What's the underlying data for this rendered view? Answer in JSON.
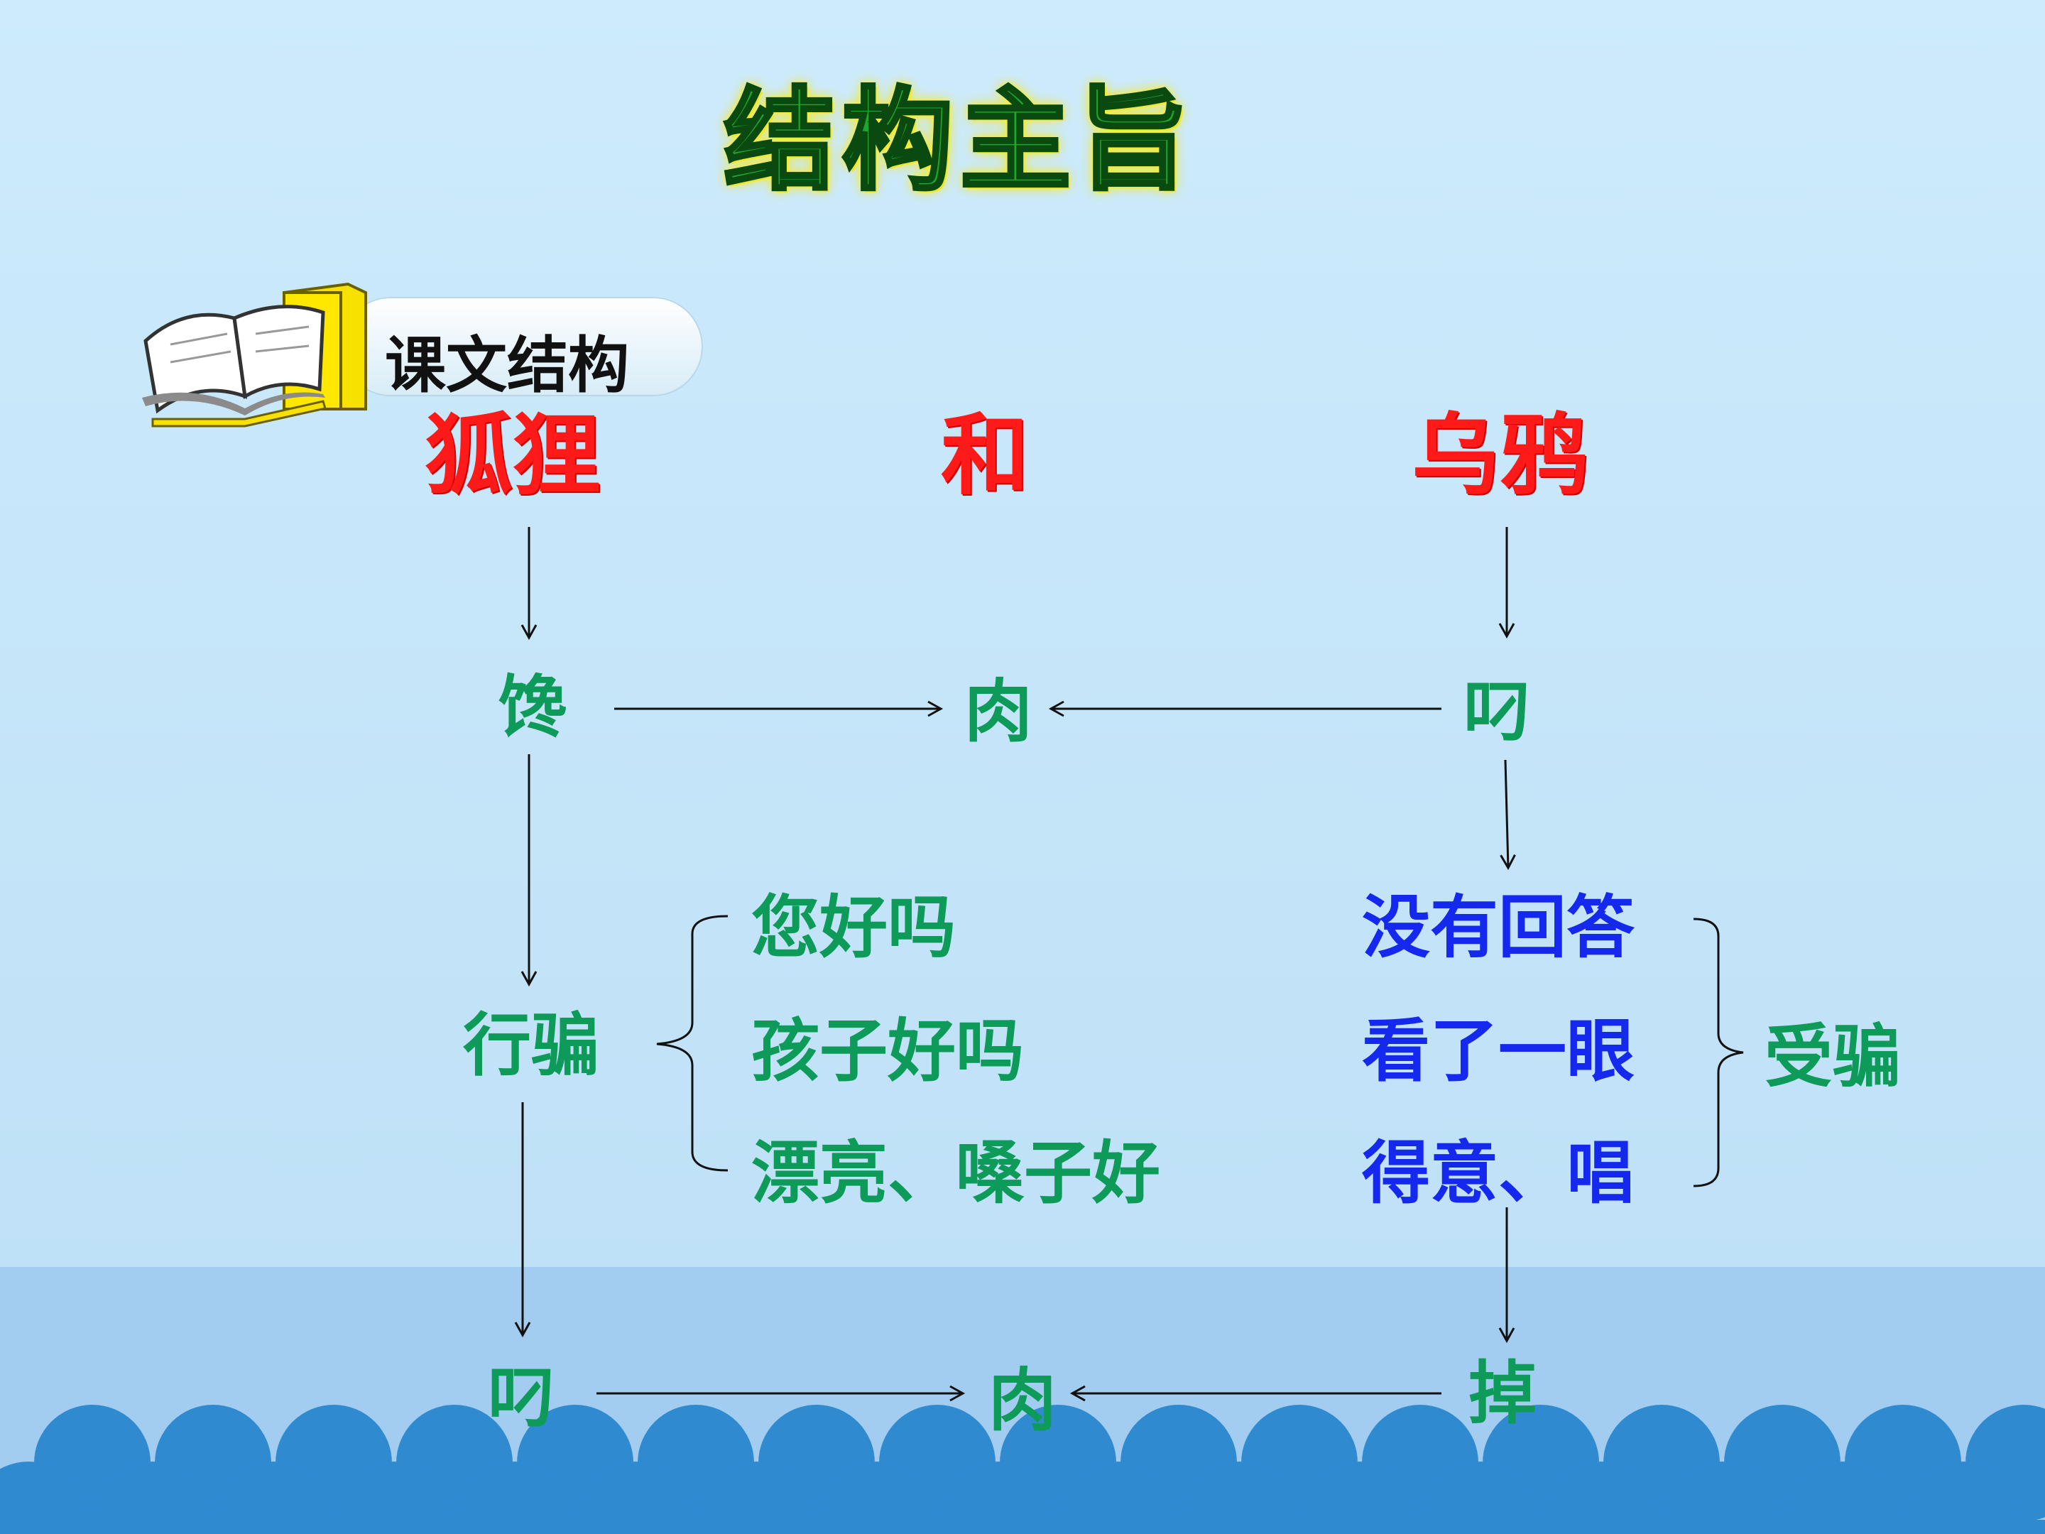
{
  "title": "结构主旨",
  "section_label": "课文结构",
  "top_row": {
    "fox": "狐狸",
    "and": "和",
    "crow": "乌鸦"
  },
  "nodes": {
    "greedy": "馋",
    "meat_top": "肉",
    "crow_hold": "叼",
    "deceive": "行骗",
    "fox_hold": "叼",
    "meat_bottom": "肉",
    "drop": "掉",
    "fooled": "受骗"
  },
  "fox_words": [
    "您好吗",
    "孩子好吗",
    "漂亮、嗓子好"
  ],
  "crow_actions": [
    "没有回答",
    "看了一眼",
    "得意、唱"
  ],
  "colors": {
    "top_row": "#ff1a1a",
    "fox_nodes": "#0e9a58",
    "crow_actions": "#1428ee",
    "sea": "#2f8ad0"
  }
}
